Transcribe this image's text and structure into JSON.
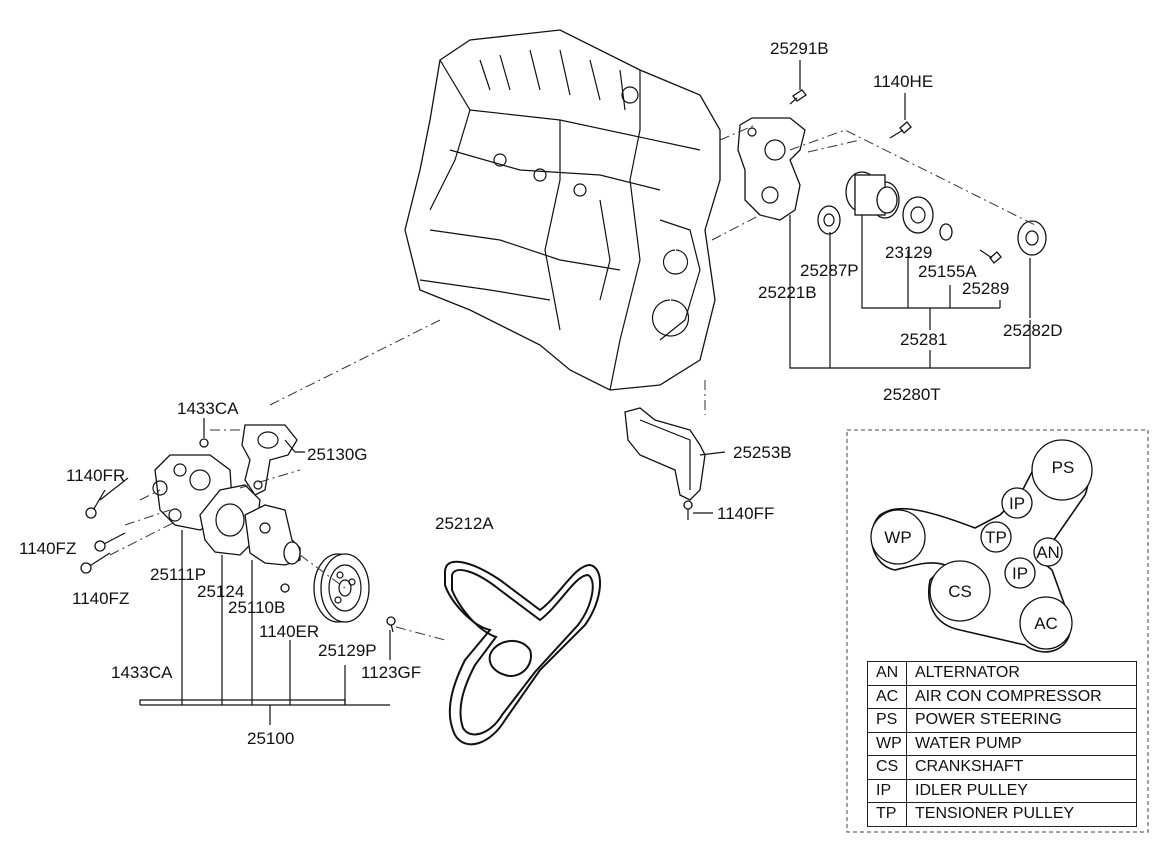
{
  "parts": {
    "p25291B": "25291B",
    "p1140HE": "1140HE",
    "p25221B": "25221B",
    "p25287P": "25287P",
    "p23129": "23129",
    "p25155A": "25155A",
    "p25289": "25289",
    "p25281": "25281",
    "p25282D": "25282D",
    "p25280T": "25280T",
    "p1433CA_top": "1433CA",
    "p25130G": "25130G",
    "p1140FR": "1140FR",
    "p1140FZ_a": "1140FZ",
    "p1140FZ_b": "1140FZ",
    "p25111P": "25111P",
    "p25124": "25124",
    "p25110B": "25110B",
    "p1140ER": "1140ER",
    "p25129P": "25129P",
    "p1123GF": "1123GF",
    "p1433CA_bottom": "1433CA",
    "p25100": "25100",
    "p25212A": "25212A",
    "p25253B": "25253B",
    "p1140FF": "1140FF"
  },
  "belt_routing": {
    "pulleys": {
      "ps": "PS",
      "ip1": "IP",
      "wp": "WP",
      "tp": "TP",
      "an": "AN",
      "ip2": "IP",
      "cs": "CS",
      "ac": "AC"
    }
  },
  "legend": [
    {
      "code": "AN",
      "name": "ALTERNATOR"
    },
    {
      "code": "AC",
      "name": "AIR CON COMPRESSOR"
    },
    {
      "code": "PS",
      "name": "POWER STEERING"
    },
    {
      "code": "WP",
      "name": "WATER PUMP"
    },
    {
      "code": "CS",
      "name": "CRANKSHAFT"
    },
    {
      "code": "IP",
      "name": "IDLER PULLEY"
    },
    {
      "code": "TP",
      "name": "TENSIONER PULLEY"
    }
  ]
}
